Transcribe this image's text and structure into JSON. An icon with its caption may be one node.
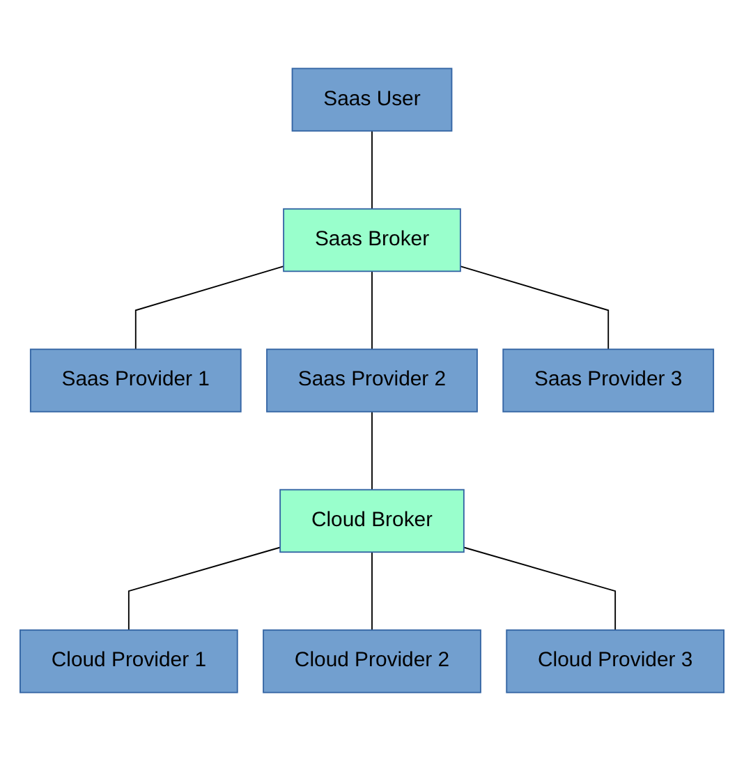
{
  "diagram": {
    "nodes": [
      {
        "text": [
          "Saas User"
        ]
      },
      {
        "text": [
          "Saas Broker"
        ]
      },
      {
        "text": [
          "Saas Provider 1"
        ]
      },
      {
        "text": [
          "Saas Provider 2"
        ]
      },
      {
        "text": [
          "Saas Provider 3"
        ]
      },
      {
        "text": [
          "Cloud Broker"
        ]
      },
      {
        "text": [
          "Cloud Provider 1"
        ]
      },
      {
        "text": [
          "Cloud Provider 2"
        ]
      },
      {
        "text": [
          "Cloud Provider 3"
        ]
      }
    ],
    "edges": [
      {
        "from": 0,
        "to": 1,
        "arrow": "none"
      },
      {
        "from": 1,
        "to": 2,
        "arrow": "none"
      },
      {
        "from": 1,
        "to": 3,
        "arrow": "none"
      },
      {
        "from": 1,
        "to": 4,
        "arrow": "none"
      },
      {
        "from": 3,
        "to": 5,
        "arrow": "none"
      },
      {
        "from": 5,
        "to": 6,
        "arrow": "none"
      },
      {
        "from": 5,
        "to": 7,
        "arrow": "none"
      },
      {
        "from": 5,
        "to": 8,
        "arrow": "none"
      }
    ]
  }
}
